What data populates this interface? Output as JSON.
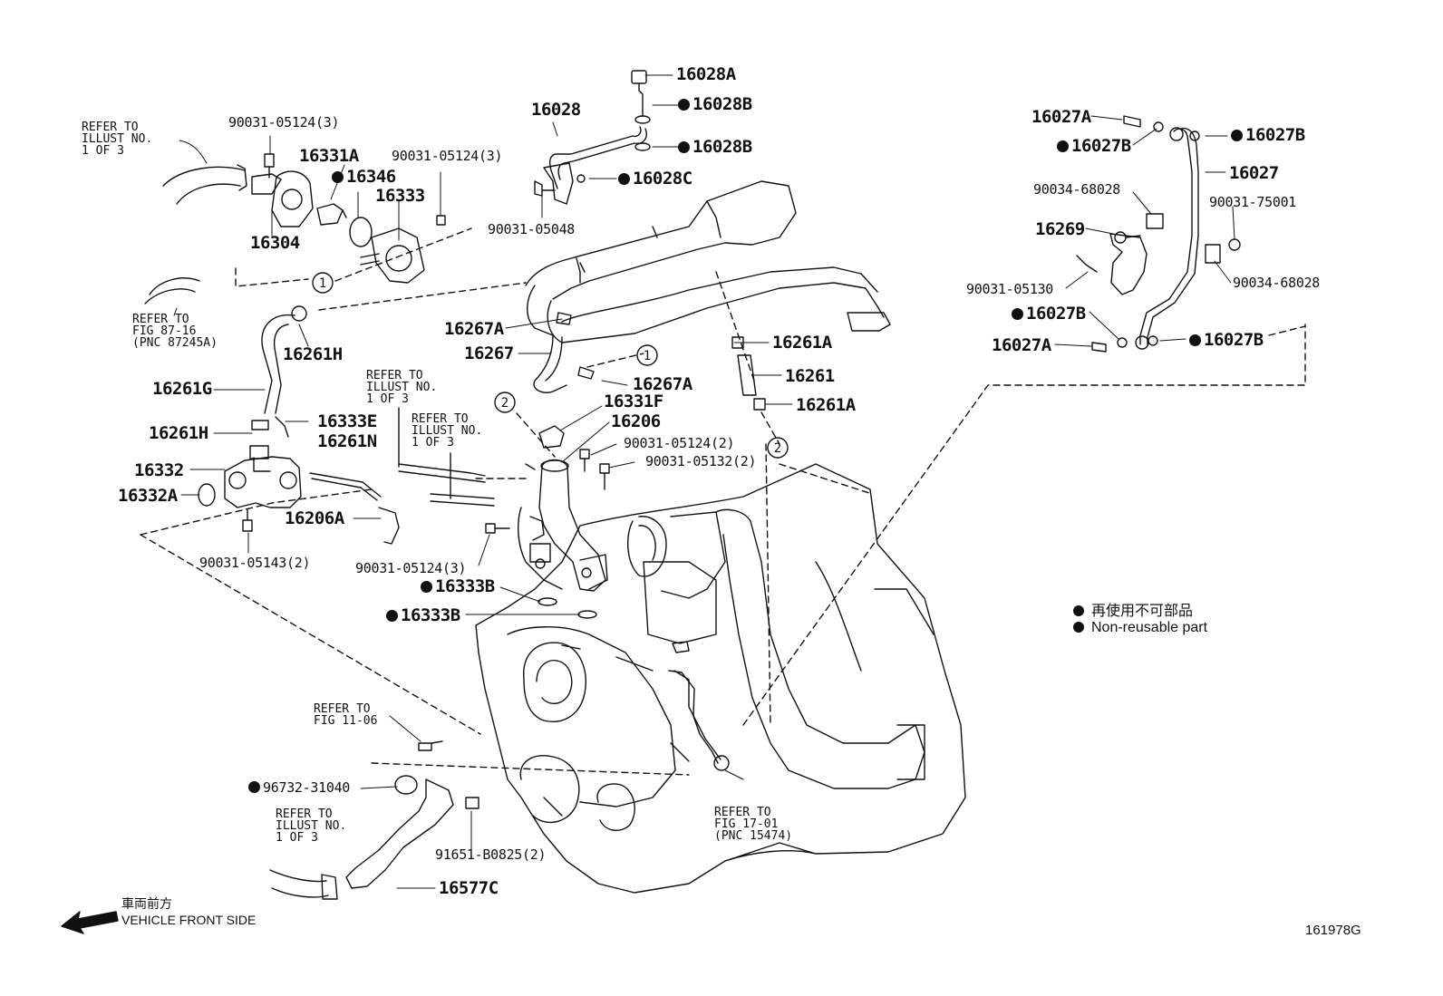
{
  "parts": {
    "p16028A": "16028A",
    "p16028B_1": "16028B",
    "p16028": "16028",
    "p16028B_2": "16028B",
    "p16028C": "16028C",
    "p90031_05048": "90031-05048",
    "p90031_05124_3a": "90031-05124(3)",
    "p16331A": "16331A",
    "p16346": "16346",
    "p90031_05124_3b": "90031-05124(3)",
    "p16333": "16333",
    "p16304": "16304",
    "p16261H_top": "16261H",
    "p16261G": "16261G",
    "p16267A_top": "16267A",
    "p16267": "16267",
    "p16267A_bot": "16267A",
    "p16261A_top": "16261A",
    "p16261": "16261",
    "p16261A_bot": "16261A",
    "p16331F": "16331F",
    "p16206": "16206",
    "p90031_05124_2": "90031-05124(2)",
    "p90031_05132_2": "90031-05132(2)",
    "p16261H_mid": "16261H",
    "p16333E": "16333E",
    "p16261N": "16261N",
    "p16332": "16332",
    "p16332A": "16332A",
    "p16206A": "16206A",
    "p90031_05143_2": "90031-05143(2)",
    "p90031_05124_3c": "90031-05124(3)",
    "p16333B_1": "16333B",
    "p16333B_2": "16333B",
    "p96732_31040": "96732-31040",
    "p91651_B0825_2": "91651-B0825(2)",
    "p16577C": "16577C",
    "p16027A_top": "16027A",
    "p16027B_1": "16027B",
    "p16027B_2": "16027B",
    "p16027": "16027",
    "p90034_68028_a": "90034-68028",
    "p90031_75001": "90031-75001",
    "p16269": "16269",
    "p90031_05130": "90031-05130",
    "p90034_68028_b": "90034-68028",
    "p16027B_3": "16027B",
    "p16027A_bot": "16027A",
    "p16027B_4": "16027B"
  },
  "refs": {
    "r1": "REFER TO\nILLUST NO.\n1 OF 3",
    "r2": "REFER TO\nFIG 87-16\n(PNC 87245A)",
    "r3": "REFER TO\nILLUST NO.\n1 OF 3",
    "r4": "REFER TO\nILLUST NO.\n1 OF 3",
    "r5": "REFER TO\nFIG 11-06",
    "r6": "REFER TO\nILLUST NO.\n1 OF 3",
    "r7": "REFER TO\nFIG 17-01\n(PNC 15474)"
  },
  "circles": {
    "c1": "1",
    "c2": "2"
  },
  "legend": {
    "ja": "再使用不可部品",
    "en": "Non-reusable part"
  },
  "front": {
    "ja": "車両前方",
    "en": "VEHICLE FRONT SIDE"
  },
  "figure_id": "161978G"
}
